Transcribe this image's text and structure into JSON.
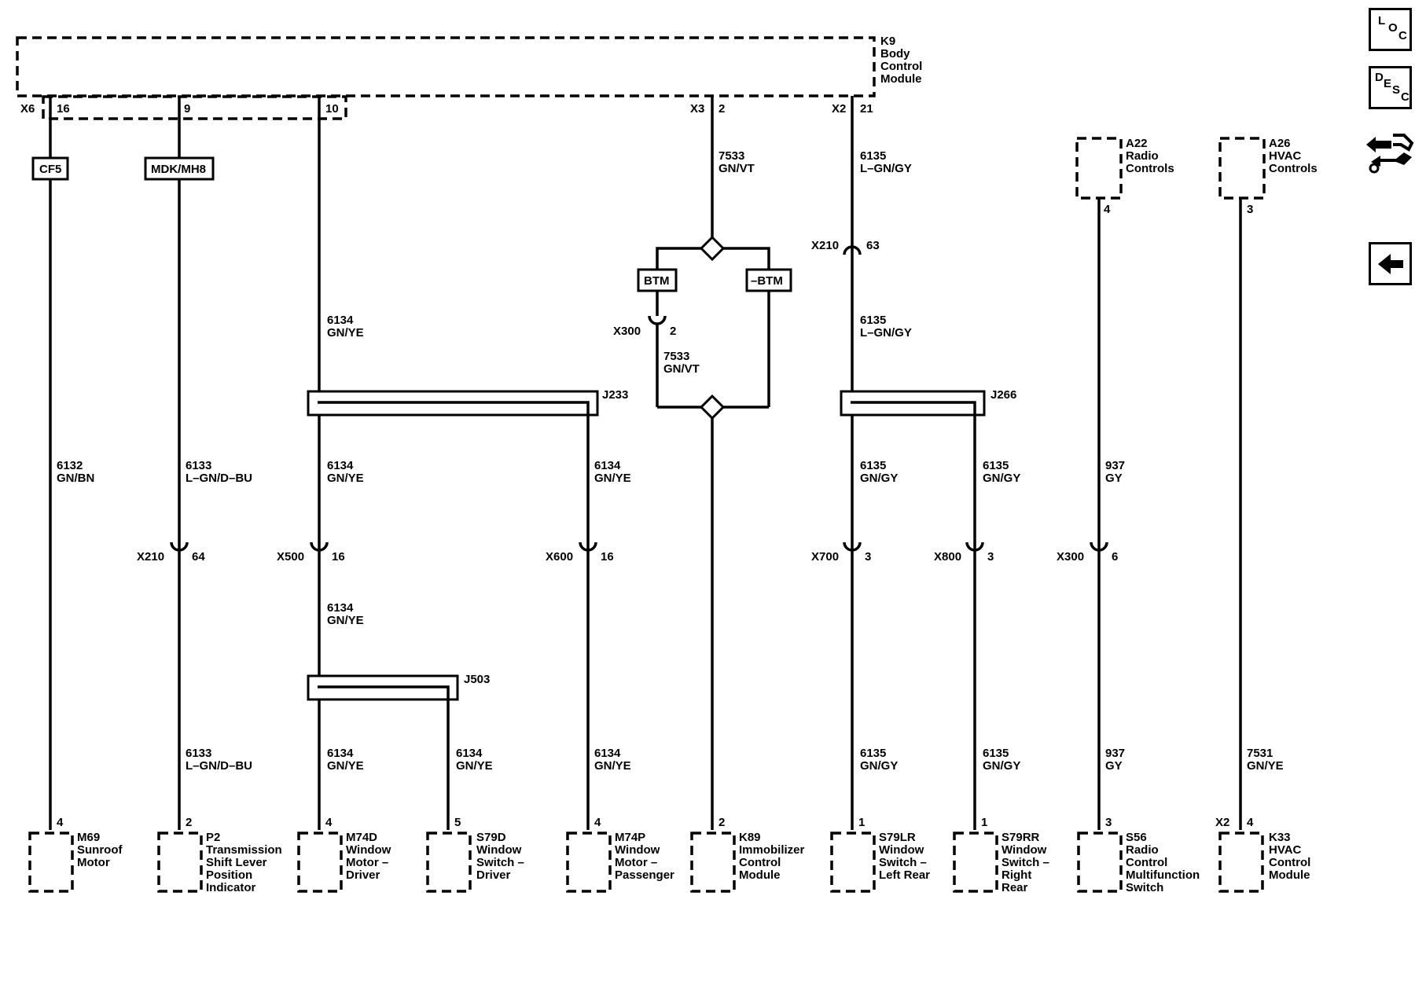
{
  "module": {
    "ref": "K9",
    "lines": [
      "Body",
      "Control",
      "Module"
    ]
  },
  "connectors": {
    "x6": "X6",
    "x6_pin16": "16",
    "pin9": "9",
    "pin10": "10",
    "x3": "X3",
    "x3_pin2": "2",
    "x2": "X2",
    "x2_pin21": "21"
  },
  "options": {
    "cf5": "CF5",
    "mdk": "MDK/MH8",
    "btm": "BTM",
    "nbtm": "–BTM"
  },
  "wires": [
    {
      "num": "6132",
      "color": "GN/BN"
    },
    {
      "num": "6133",
      "color": "L–GN/D–BU"
    },
    {
      "num": "6134",
      "color": "GN/YE"
    },
    {
      "num": "7533",
      "color": "GN/VT"
    },
    {
      "num": "6135",
      "color": "L–GN/GY"
    },
    {
      "num": "6135",
      "color": "GN/GY"
    },
    {
      "num": "937",
      "color": "GY"
    },
    {
      "num": "7531",
      "color": "GN/YE"
    }
  ],
  "splices": {
    "j233": "J233",
    "j503": "J503",
    "j266": "J266"
  },
  "inlines": {
    "x210": "X210",
    "p64": "64",
    "p63": "63",
    "x300": "X300",
    "p2": "2",
    "p6": "6",
    "x500": "X500",
    "x600": "X600",
    "p16": "16",
    "x700": "X700",
    "x800": "X800",
    "p3": "3"
  },
  "top_components": [
    {
      "ref": "A22",
      "lines": [
        "Radio",
        "Controls"
      ],
      "pin": "4"
    },
    {
      "ref": "A26",
      "lines": [
        "HVAC",
        "Controls"
      ],
      "pin": "3"
    }
  ],
  "components": [
    {
      "pin": "4",
      "ref": "M69",
      "lines": [
        "Sunroof",
        "Motor"
      ]
    },
    {
      "pin": "2",
      "ref": "P2",
      "lines": [
        "Transmission",
        "Shift Lever",
        "Position",
        "Indicator"
      ]
    },
    {
      "pin": "4",
      "ref": "M74D",
      "lines": [
        "Window",
        "Motor –",
        "Driver"
      ]
    },
    {
      "pin": "5",
      "ref": "S79D",
      "lines": [
        "Window",
        "Switch –",
        "Driver"
      ]
    },
    {
      "pin": "4",
      "ref": "M74P",
      "lines": [
        "Window",
        "Motor –",
        "Passenger"
      ]
    },
    {
      "pin": "2",
      "ref": "K89",
      "lines": [
        "Immobilizer",
        "Control",
        "Module"
      ]
    },
    {
      "pin": "1",
      "ref": "S79LR",
      "lines": [
        "Window",
        "Switch –",
        "Left Rear"
      ]
    },
    {
      "pin": "1",
      "ref": "S79RR",
      "lines": [
        "Window",
        "Switch –",
        "Right",
        "Rear"
      ]
    },
    {
      "pin": "3",
      "ref": "S56",
      "lines": [
        "Radio",
        "Control",
        "Multifunction",
        "Switch"
      ]
    },
    {
      "pin": "4",
      "ref": "K33",
      "conn": "X2",
      "lines": [
        "HVAC",
        "Control",
        "Module"
      ]
    }
  ],
  "nav": {
    "loc": [
      "L",
      "O",
      "C"
    ],
    "desc": [
      "D",
      "E",
      "S",
      "C"
    ]
  },
  "icons": [
    "loc-icon",
    "desc-icon",
    "connector-tools-icon",
    "back-arrow-icon"
  ]
}
